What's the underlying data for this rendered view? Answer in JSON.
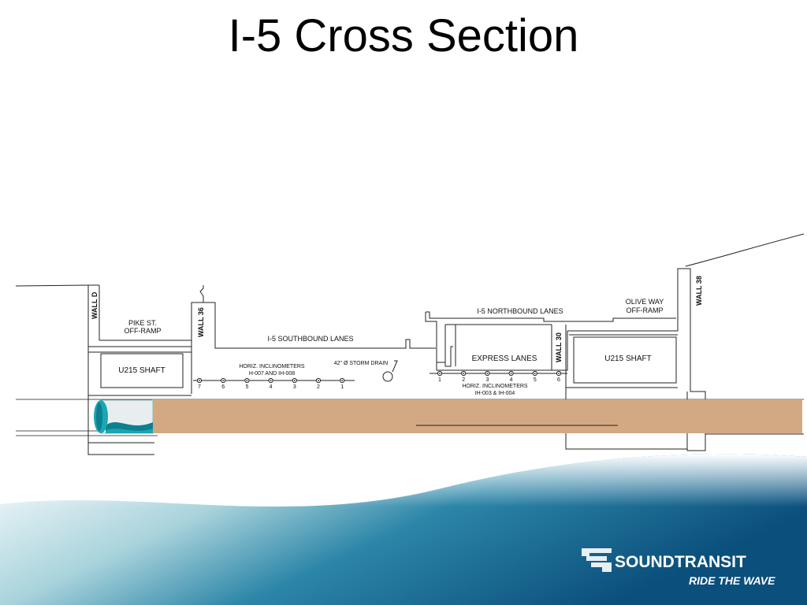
{
  "slide": {
    "title": "I-5 Cross Section"
  },
  "labels": {
    "wall_d": "WALL D",
    "pike_ramp_1": "PIKE ST.",
    "pike_ramp_2": "OFF-RAMP",
    "wall_36": "WALL 36",
    "u215_left": "U215 SHAFT",
    "southbound": "I-5 SOUTHBOUND LANES",
    "storm_drain": "42\" Ø STORM DRAIN",
    "horiz_left_1": "HORIZ. INCLINOMETERS",
    "horiz_left_2": "H-007 AND IH-008",
    "northbound": "I-5 NORTHBOUND LANES",
    "express": "EXPRESS LANES",
    "wall_30": "WALL 30",
    "olive_ramp_1": "OLIVE WAY",
    "olive_ramp_2": "OFF-RAMP",
    "wall_38": "WALL 38",
    "u215_right": "U215 SHAFT",
    "horiz_right_1": "HORIZ. INCLINOMETERS",
    "horiz_right_2": "IH-003 & IH-004"
  },
  "inclinometers_left": [
    "7",
    "6",
    "5",
    "4",
    "3",
    "2",
    "1"
  ],
  "inclinometers_right": [
    "1",
    "2",
    "3",
    "4",
    "5",
    "6"
  ],
  "branding": {
    "name": "SOUNDTRANSIT",
    "tagline": "RIDE THE WAVE",
    "tunnel_color": "#d2a982",
    "boring_machine_color": "#1aa6b3",
    "wave_dark": "#0e5e86",
    "wave_light": "#bfe0e6"
  }
}
